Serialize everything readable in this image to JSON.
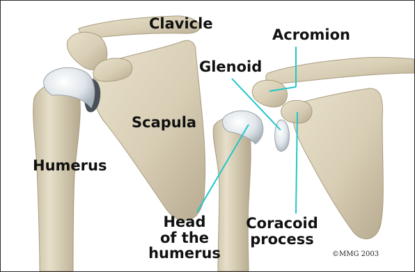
{
  "labels": {
    "clavicle": "Clavicle",
    "acromion": "Acromion",
    "glenoid": "Glenoid",
    "scapula": "Scapula",
    "humerus": "Humerus",
    "head_of_humerus": "Head\nof the\nhumerus",
    "coracoid_process": "Coracoid\nprocess"
  },
  "copyright": "©MMG 2003",
  "colors": {
    "bone": "#ddd3bb",
    "bone_shadow": "#b9ad92",
    "cartilage": "#e8ecf0",
    "joint_dark": "#4a5058",
    "leader_line": "#21c6c9",
    "text": "#111111",
    "border": "#2a2a2a"
  }
}
